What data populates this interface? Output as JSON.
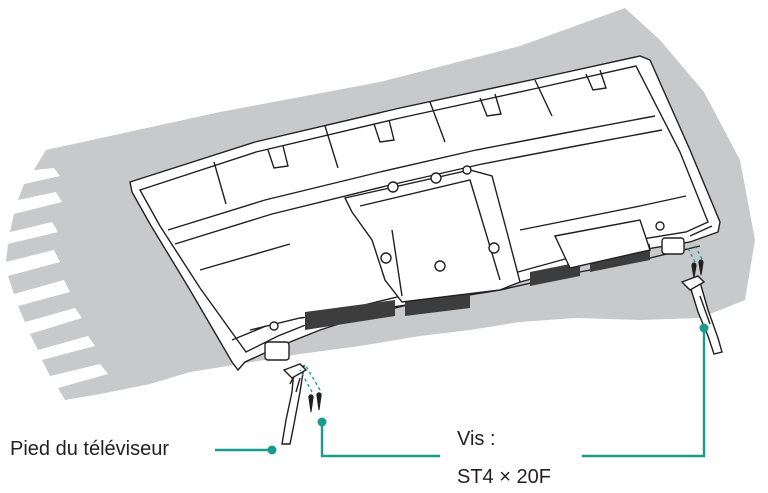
{
  "labels": {
    "stand": "Pied du téléviseur",
    "screw_title": "Vis :",
    "screw_spec": "ST4 × 20F"
  },
  "colors": {
    "cloth": "#c8c9cb",
    "line": "#231f20",
    "callout": "#1b9a8e",
    "panel": "#ffffff"
  }
}
